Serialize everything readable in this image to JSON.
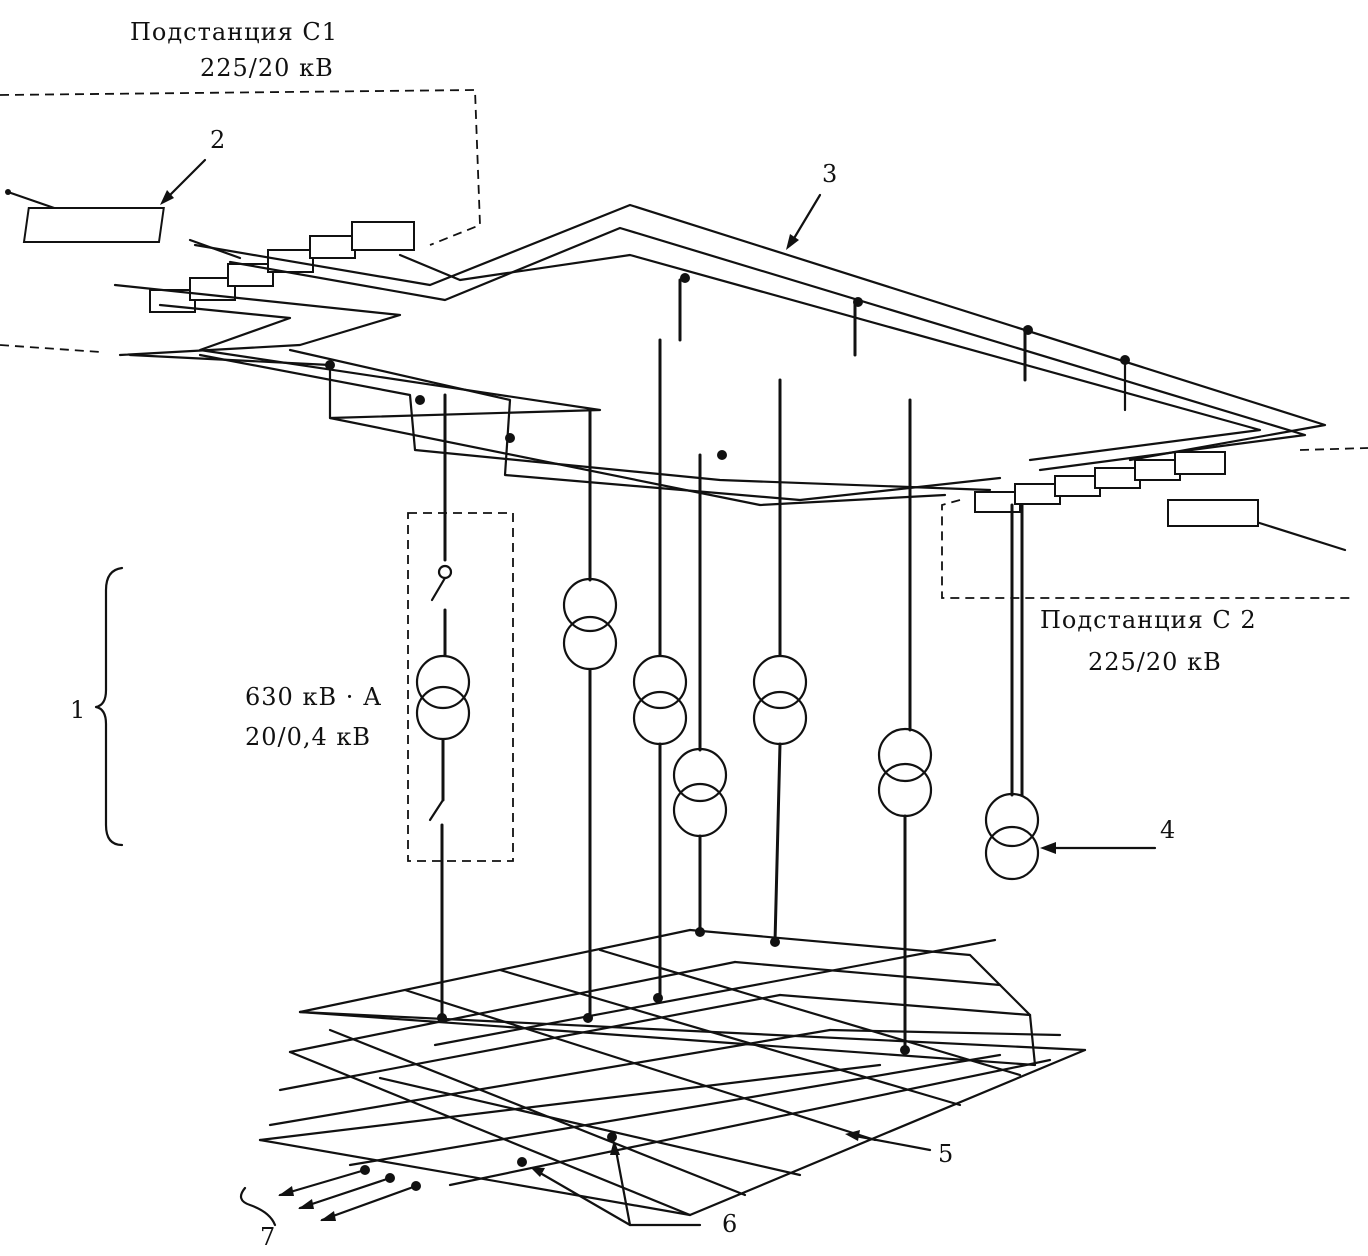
{
  "labels": {
    "substation_c1_name": "Подстанция  C1",
    "substation_c1_voltage": "225/20 кВ",
    "substation_c2_name": "Подстанция  C 2",
    "substation_c2_voltage": "225/20 кВ",
    "transformer_power": "630 кВ · А",
    "transformer_voltage": "20/0,4 кВ"
  },
  "callouts": {
    "n1": "1",
    "n2": "2",
    "n3": "3",
    "n4": "4",
    "n5": "5",
    "n6": "6",
    "n7": "7"
  }
}
